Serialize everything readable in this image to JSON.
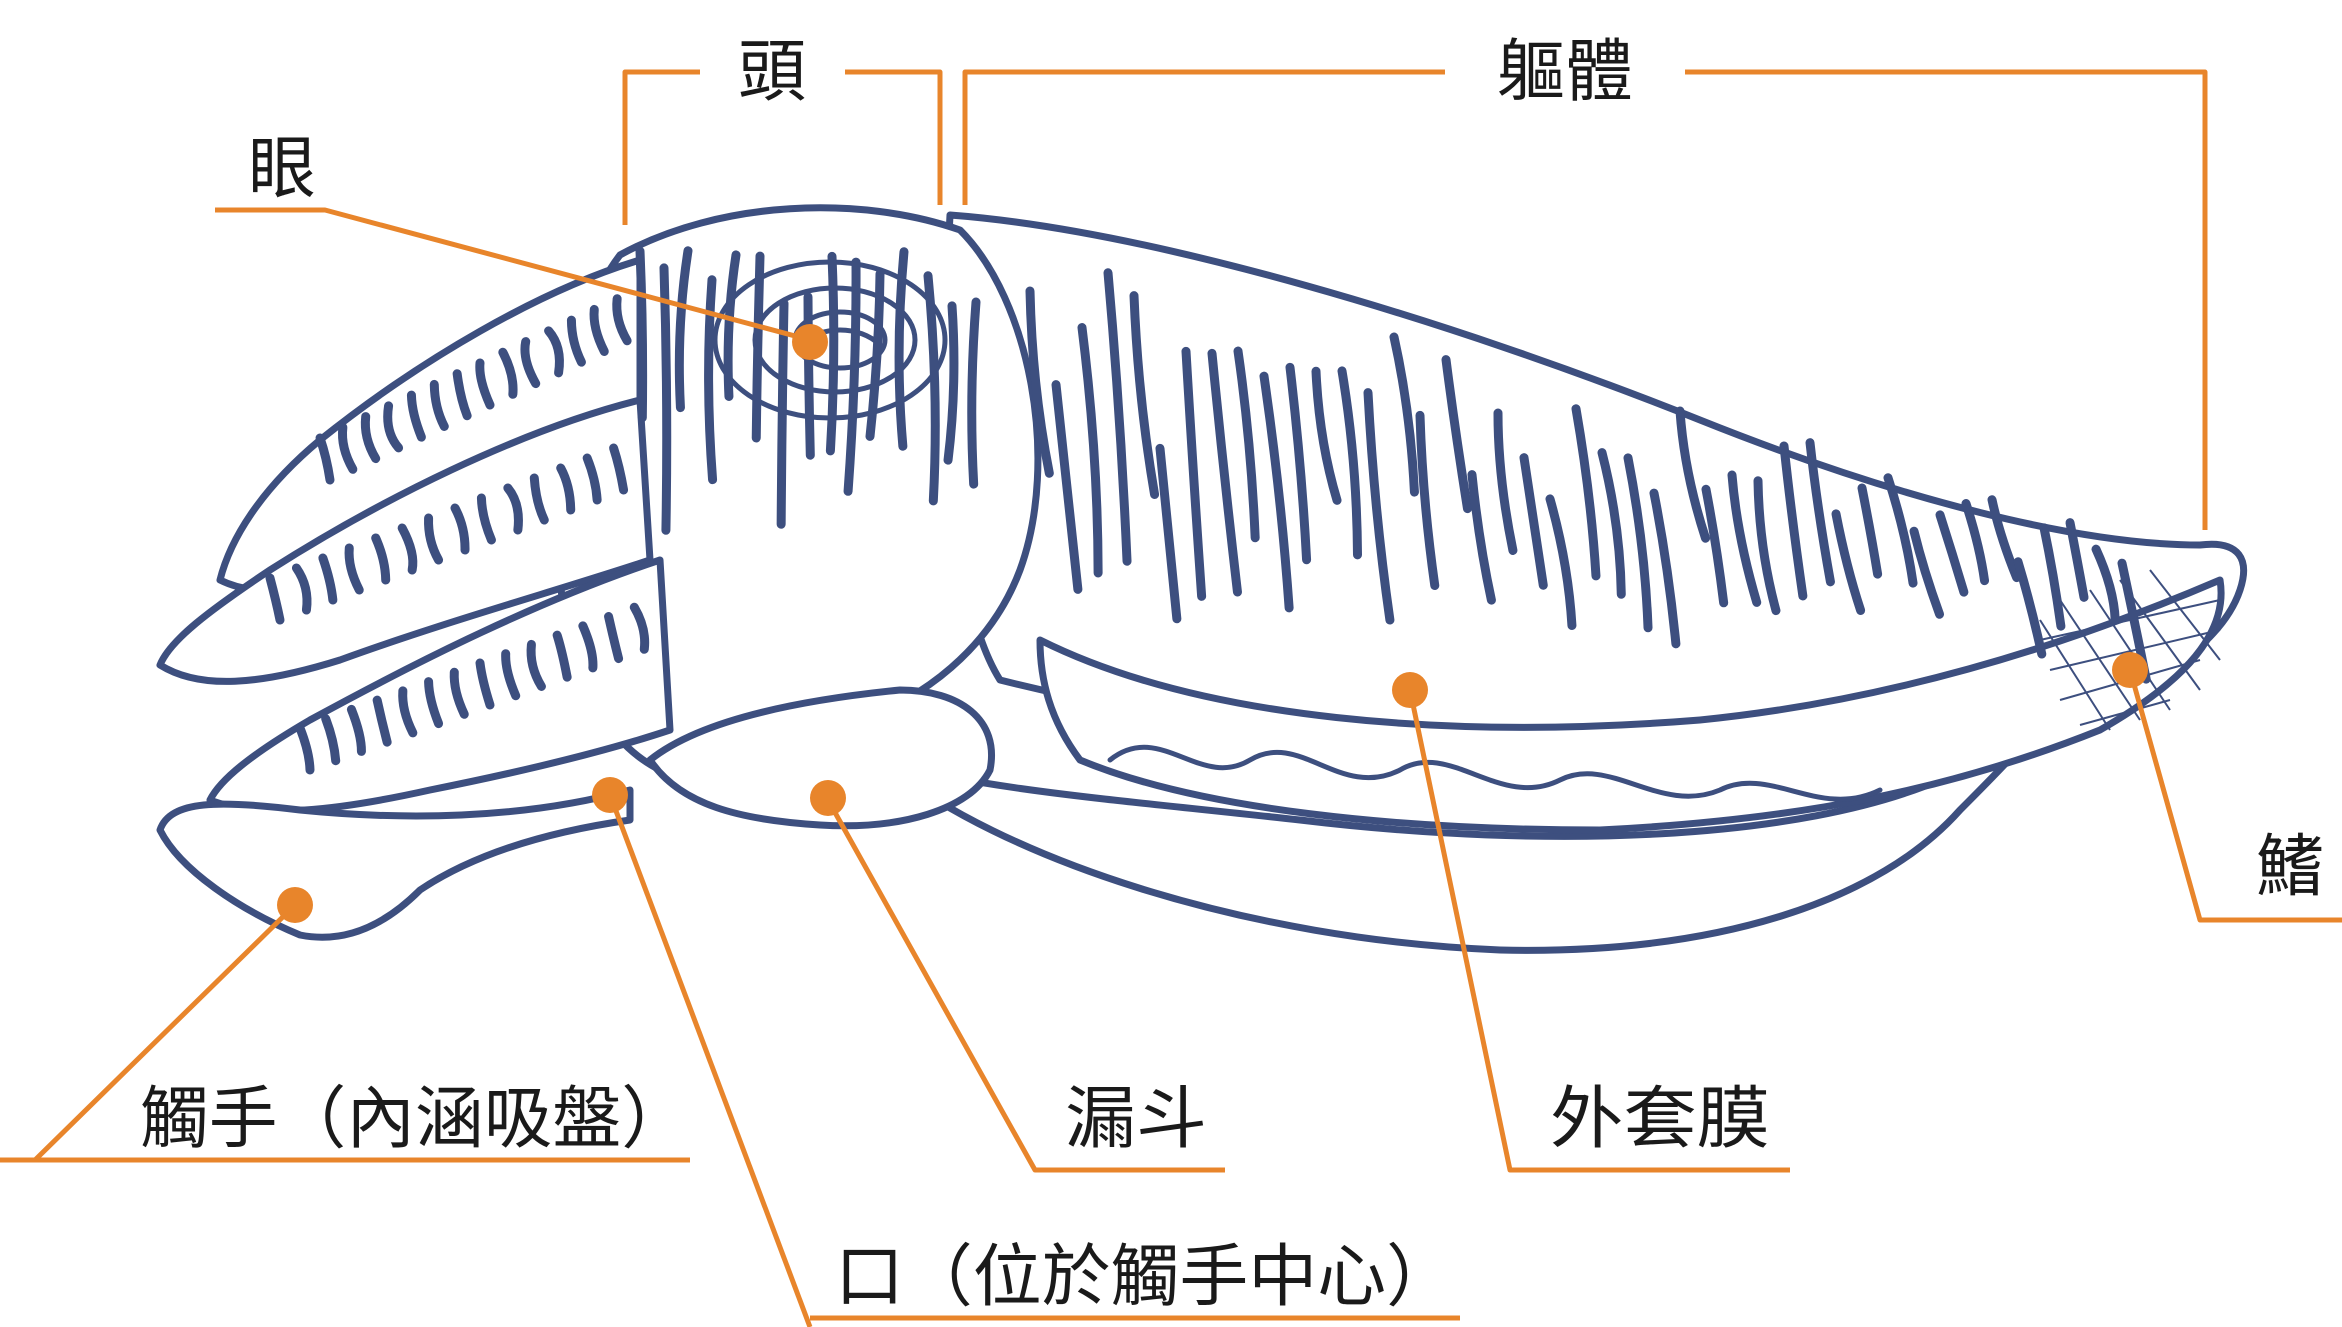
{
  "labels": {
    "head": "頭",
    "body": "軀體",
    "eye": "眼",
    "fin": "鰭",
    "tentacles": "觸手（內涵吸盤）",
    "funnel": "漏斗",
    "mantle": "外套膜",
    "mouth": "口（位於觸手中心）"
  },
  "colors": {
    "accent": "#E8852B",
    "ink": "#3D4F7F",
    "text": "#1a1a1a",
    "background": "#ffffff"
  },
  "illustration": {
    "subject": "cuttlefish",
    "style": "pencil sketch with striped pattern"
  }
}
